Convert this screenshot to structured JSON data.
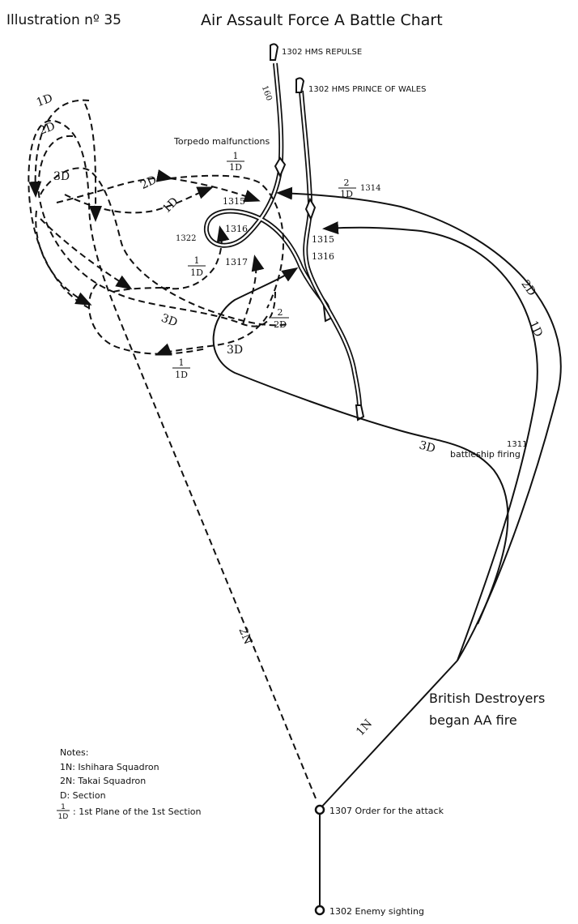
{
  "header": {
    "illustration": "Illustration nº 35",
    "title": "Air Assault Force A Battle Chart"
  },
  "ships": {
    "repulse": "1302  HMS REPULSE",
    "prince_of_wales": "1302  HMS PRINCE OF WALES"
  },
  "labels": {
    "torpedo": "Torpedo malfunctions",
    "t1314": "1314",
    "t1315a": "1315",
    "t1316a": "1316",
    "t1322": "1322",
    "t1317": "1317",
    "t1315b": "1315",
    "t1316b": "1316",
    "t160": "160",
    "t1311": "1311",
    "battleship_firing": "battleship firing",
    "destroyers_line1": "British Destroyers",
    "destroyers_line2": "began AA fire",
    "order": "1307 Order for the attack",
    "sighting": "1302 Enemy sighting"
  },
  "formations": {
    "d1_top": "1D",
    "d2_top": "2D",
    "d3_left": "3D",
    "d2_mid": "2D",
    "d1_mid": "1D",
    "d3_low": "3D",
    "d3_solid": "3D",
    "d3_right": "3D",
    "d2_right": "2D",
    "d1_right": "1D",
    "n2": "2N",
    "n1": "1N"
  },
  "fractions": [
    {
      "num": "1",
      "den": "1D"
    },
    {
      "num": "2",
      "den": "1D"
    },
    {
      "num": "1",
      "den": "1D"
    },
    {
      "num": "2",
      "den": "2D"
    },
    {
      "num": "1",
      "den": "1D"
    }
  ],
  "notes": {
    "heading": "Notes:",
    "n1": "1N: Ishihara Squadron",
    "n2": "2N: Takai Squadron",
    "d": "D: Section",
    "frac_num": "1",
    "frac_den": "1D",
    "frac_desc": ": 1st Plane of the 1st Section"
  }
}
